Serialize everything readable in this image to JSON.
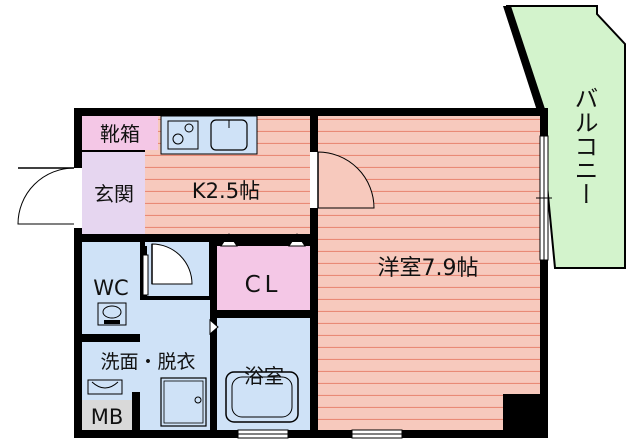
{
  "rooms": {
    "shoe_box": "靴箱",
    "entrance": "玄関",
    "kitchen": "K2.5帖",
    "wc": "WC",
    "closet": "CL",
    "western_room": "洋室7.9帖",
    "washroom": "洗面・脱衣",
    "bathroom": "浴室",
    "meter_box": "MB",
    "balcony": "バルコニー"
  },
  "colors": {
    "stripe_fill": "#f7c9bd",
    "stripe_line": "#e98a76",
    "shoe_box": "#f4c7e6",
    "closet": "#f4c7e6",
    "entrance": "#e6d6f0",
    "wet_area": "#cfe2f7",
    "balcony": "#d3f3cc",
    "wall": "#000000",
    "meter_box": "#d9d9d9"
  }
}
